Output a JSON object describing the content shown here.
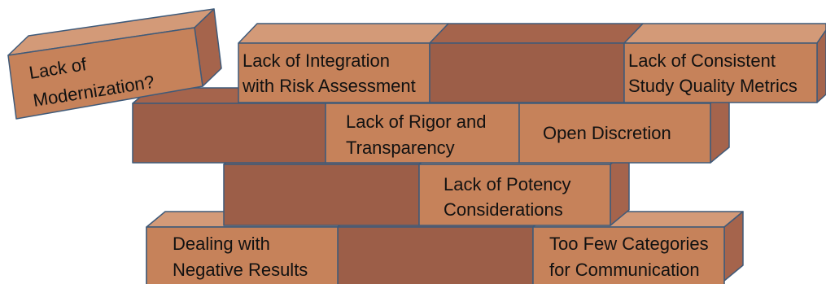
{
  "colors": {
    "front": "#C6825A",
    "front_plain": "#9C5E48",
    "top": "#D39A78",
    "top_plain": "#A5644C",
    "side": "#A5644C",
    "stroke": "#3F5A79",
    "text": "#111111"
  },
  "bricks": [
    {
      "id": "brick-dealing-with-negative-results",
      "lines": [
        "Dealing with",
        "Negative Results"
      ]
    },
    {
      "id": "brick-too-few-categories",
      "lines": [
        "Too Few Categories",
        "for Communication"
      ]
    },
    {
      "id": "brick-lack-of-potency",
      "lines": [
        "Lack of Potency",
        "Considerations"
      ]
    },
    {
      "id": "brick-lack-of-rigor",
      "lines": [
        "Lack of Rigor and",
        "Transparency"
      ]
    },
    {
      "id": "brick-open-discretion",
      "lines": [
        "Open Discretion"
      ]
    },
    {
      "id": "brick-lack-of-integration",
      "lines": [
        "Lack of Integration",
        "with Risk Assessment"
      ]
    },
    {
      "id": "brick-lack-of-consistent-metrics",
      "lines": [
        "Lack of Consistent",
        "Study Quality Metrics"
      ]
    },
    {
      "id": "brick-lack-of-modernization",
      "lines": [
        "Lack of",
        "Modernization?"
      ]
    }
  ]
}
